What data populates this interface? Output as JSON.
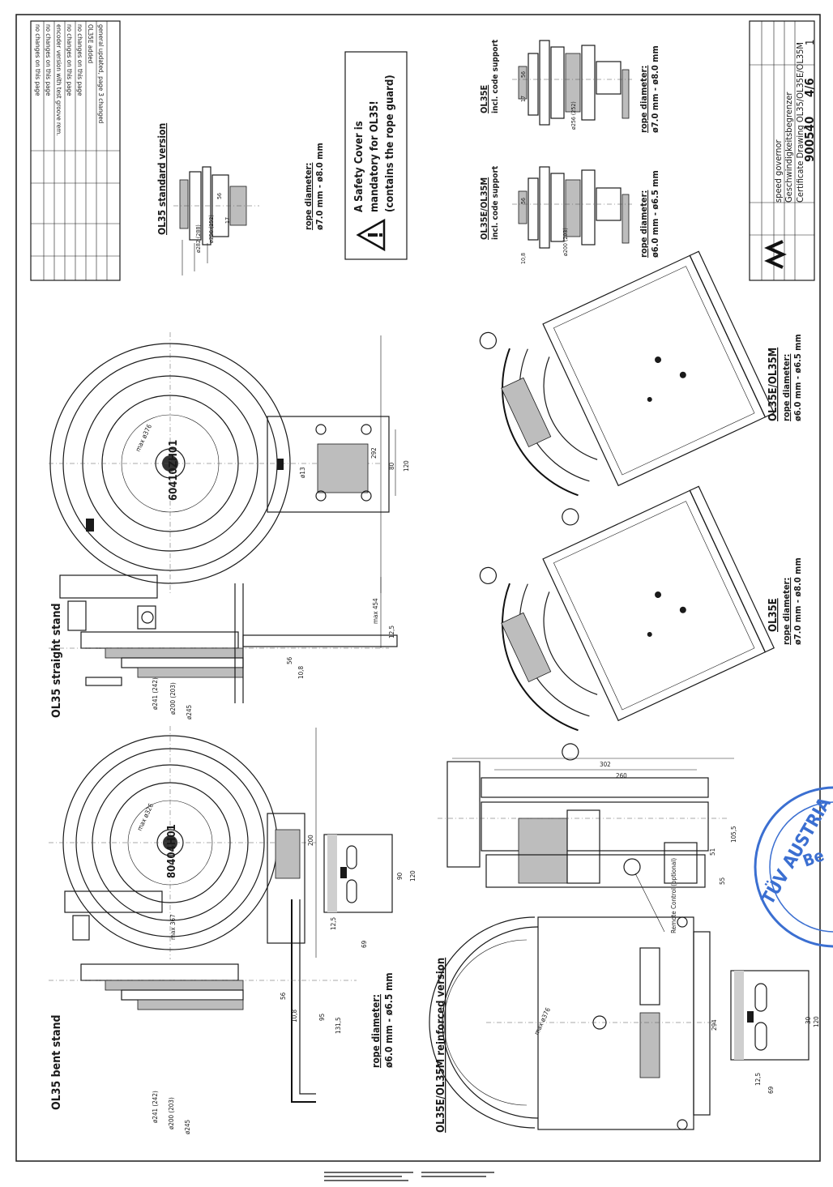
{
  "sheet": {
    "labels": {
      "bent_stand": "OL35 bent stand",
      "straight_stand": "OL35 straight stand",
      "reinforced": "OL35E/OL35M reinforced version",
      "standard_version": "OL35 standard version",
      "ol35e_m_support": "OL35E/OL35M",
      "ol35e_m_support_sub": "incl. code support",
      "ol35e_support": "OL35E",
      "ol35e_support_sub": "incl. code support",
      "ol35e_iso": "OL35E",
      "ol35em_iso": "OL35E/OL35M"
    },
    "rope": {
      "heading": "rope diameter:",
      "bent": "ø6.0 mm - ø6.5 mm",
      "standard": "ø7.0 mm - ø8.0 mm",
      "em_support": "ø6.0 mm - ø6.5 mm",
      "e_support": "ø7.0 mm - ø8.0 mm",
      "ol35e_iso": "ø7.0 mm - ø8.0 mm",
      "ol35em_iso": "ø6.0 mm - ø6.5 mm"
    },
    "warning": {
      "line1": "A Safety Cover is",
      "line2": "mandatory for OL35!",
      "line3": "(contains the rope guard)"
    },
    "wheels": {
      "bent_id": "80404H01",
      "straight_id": "60410ZH01",
      "bent_dia": "max ø326",
      "straight_dia": "max ø376",
      "reinf_dia": "max ø376"
    },
    "dimensions": {
      "d56": "56",
      "d108": "10,8",
      "d95": "95",
      "d1315": "131,5",
      "d200": "ø200 (203)",
      "d241": "ø241 (242)",
      "d245": "ø245",
      "d90": "90",
      "d120": "120",
      "d125": "12,5",
      "d69": "69",
      "d200w": "200",
      "d367": "max 367",
      "d454": "max 454",
      "d292": "292",
      "d80": "80",
      "d13": "ø13",
      "d302": "302",
      "d260": "260",
      "d1055": "105,5",
      "d51": "51",
      "d55": "55",
      "d294": "294",
      "d30": "30",
      "d17": "17",
      "d256": "ø256 (252)",
      "d282": "ø282 (288)",
      "remote": "Remote Control (optional)"
    },
    "title_block": {
      "product": "speed governor",
      "product_de": "Geschwindigkeitsbegrenzer",
      "drawing_title": "Certificate Drawing OL35/OL35E/OL35M",
      "drawing_number": "900540",
      "sheet_no": "4/6",
      "scale": "1"
    },
    "revisions": [
      "general updated, page 3 changed",
      "OL35E added",
      "no changes on this page",
      "no changes on this page",
      "encoder version with test groove rem.",
      "no changes on this page",
      "no changes on this page"
    ],
    "stamp": {
      "text": "TÜV AUSTRIA",
      "inner": "Be"
    }
  }
}
